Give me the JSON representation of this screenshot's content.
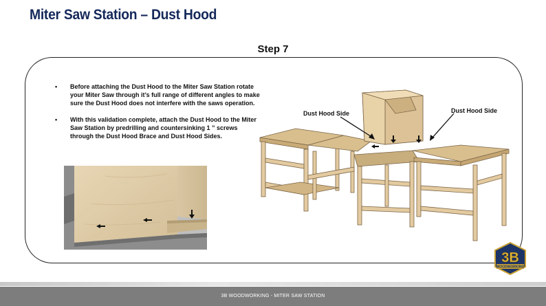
{
  "header": {
    "title": "Miter Saw Station – Dust Hood"
  },
  "step": {
    "title": "Step 7"
  },
  "instructions": {
    "bullet_symbol": "•",
    "items": [
      "Before attaching the Dust Hood to the Miter Saw Station rotate your Miter Saw through it’s full range of different angles to make sure the Dust Hood does not interfere with the saws operation.",
      "With this validation complete, attach the Dust Hood to the Miter Saw Station by predrilling and countersinking 1 ” screws through the Dust Hood Brace and Dust Hood Sides."
    ]
  },
  "illustration": {
    "callout_left": "Dust Hood Side",
    "callout_right": "Dust Hood Side"
  },
  "logo": {
    "mark": "3B",
    "banner": "WOODWORKING"
  },
  "footer": {
    "text": "3B WOODWORKING - MITER SAW STATION"
  },
  "colors": {
    "title": "#14285a",
    "wood": "#e3caa0",
    "footer": "#7d7d7d"
  }
}
